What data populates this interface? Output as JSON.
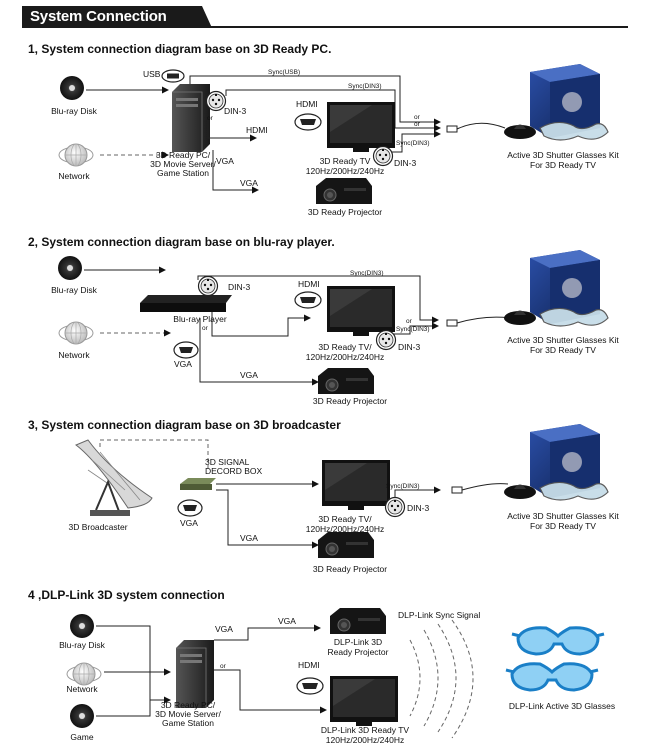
{
  "title": "System Connection Diagram:",
  "sections": [
    {
      "heading": "1, System connection  diagram base on  3D Ready PC."
    },
    {
      "heading": "2, System connection  diagram base on  blu-ray player."
    },
    {
      "heading": "3, System connection  diagram base on  3D broadcaster"
    },
    {
      "heading": "4 ,DLP-Link 3D system connection"
    }
  ],
  "labels": {
    "bluray_disk": "Blu-ray Disk",
    "network": "Network",
    "game": "Game",
    "usb": "USB",
    "din3": "DIN-3",
    "hdmi": "HDMI",
    "vga": "VGA",
    "or": "or",
    "sync_usb": "Sync(USB)",
    "sync_din3": "Sync(DIN3)",
    "pc_l1": "3D Ready PC/",
    "pc_l2": "3D Movie Server/",
    "pc_l3": "Game Station",
    "tv1_l1": "3D Ready TV",
    "tv1_l2": "120Hz/200Hz/240Hz",
    "tv_l1": "3D Ready TV/",
    "tv_l2": "120Hz/200Hz/240Hz",
    "projector": "3D Ready Projector",
    "kit_l1": "Active 3D Shutter Glasses Kit",
    "kit_l2": "For 3D Ready TV",
    "bluray_player": "Blu-ray Player",
    "broadcaster": "3D Broadcaster",
    "decoder_l1": "3D SIGNAL",
    "decoder_l2": "DECORD BOX",
    "dlp_proj_l1": "DLP-Link 3D",
    "dlp_proj_l2": "Ready Projector",
    "dlp_sync": "DLP-Link Sync Signal",
    "dlp_tv_l1": "DLP-Link 3D Ready TV",
    "dlp_tv_l2": "120Hz/200Hz/240Hz",
    "dlp_glasses": "DLP-Link Active 3D Glasses"
  },
  "colors": {
    "banner": "#1a1a1a",
    "glasses_dlp": "#2a9fe0",
    "box_blue": "#1f3f8a"
  }
}
